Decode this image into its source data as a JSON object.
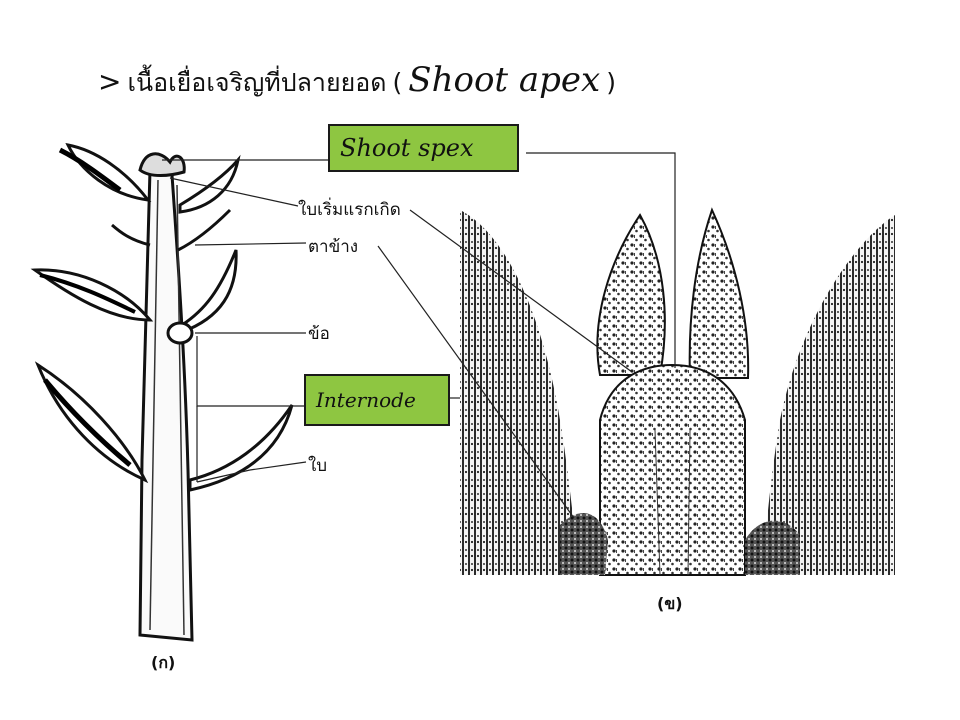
{
  "title": {
    "arrow": ">",
    "thai": "เนื้อเยื่อเจริญที่ปลายยอด",
    "open_paren": "(",
    "english": "Shoot apex",
    "close_paren": ")"
  },
  "labels": {
    "shoot_box": "Shoot spex",
    "internode_box": "Internode",
    "leaf_primordium": "ใบเริ่มแรกเกิด",
    "axillary_bud": "ตาข้าง",
    "node": "ข้อ",
    "leaf": "ใบ"
  },
  "captions": {
    "a": "(ก)",
    "b": "(ข)"
  },
  "colors": {
    "box_fill": "#8ec641",
    "ink": "#1a1a1a"
  }
}
